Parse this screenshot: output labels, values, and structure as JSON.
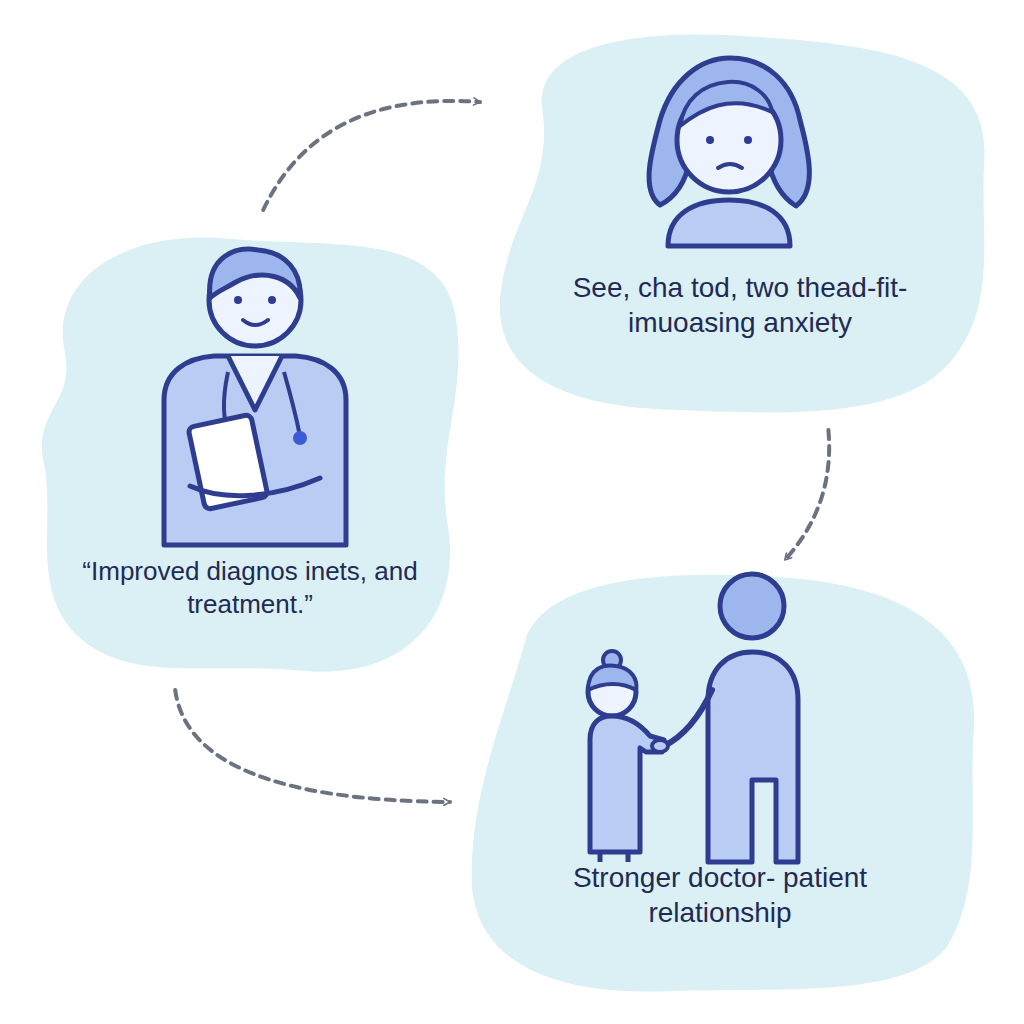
{
  "diagram": {
    "nodes": [
      {
        "text": [
          "“Improved diagnos inets, and treatment.”"
        ]
      },
      {
        "text": [
          "See, cha tod, two thead-fit-imuoasing anxiety"
        ]
      },
      {
        "text": [
          "Stronger doctor- patient relationship"
        ]
      }
    ],
    "edges": [
      {
        "from": 0,
        "to": 1,
        "arrow": "to"
      },
      {
        "from": 1,
        "to": 2,
        "arrow": "to"
      },
      {
        "from": 0,
        "to": 2,
        "arrow": "to"
      }
    ]
  }
}
